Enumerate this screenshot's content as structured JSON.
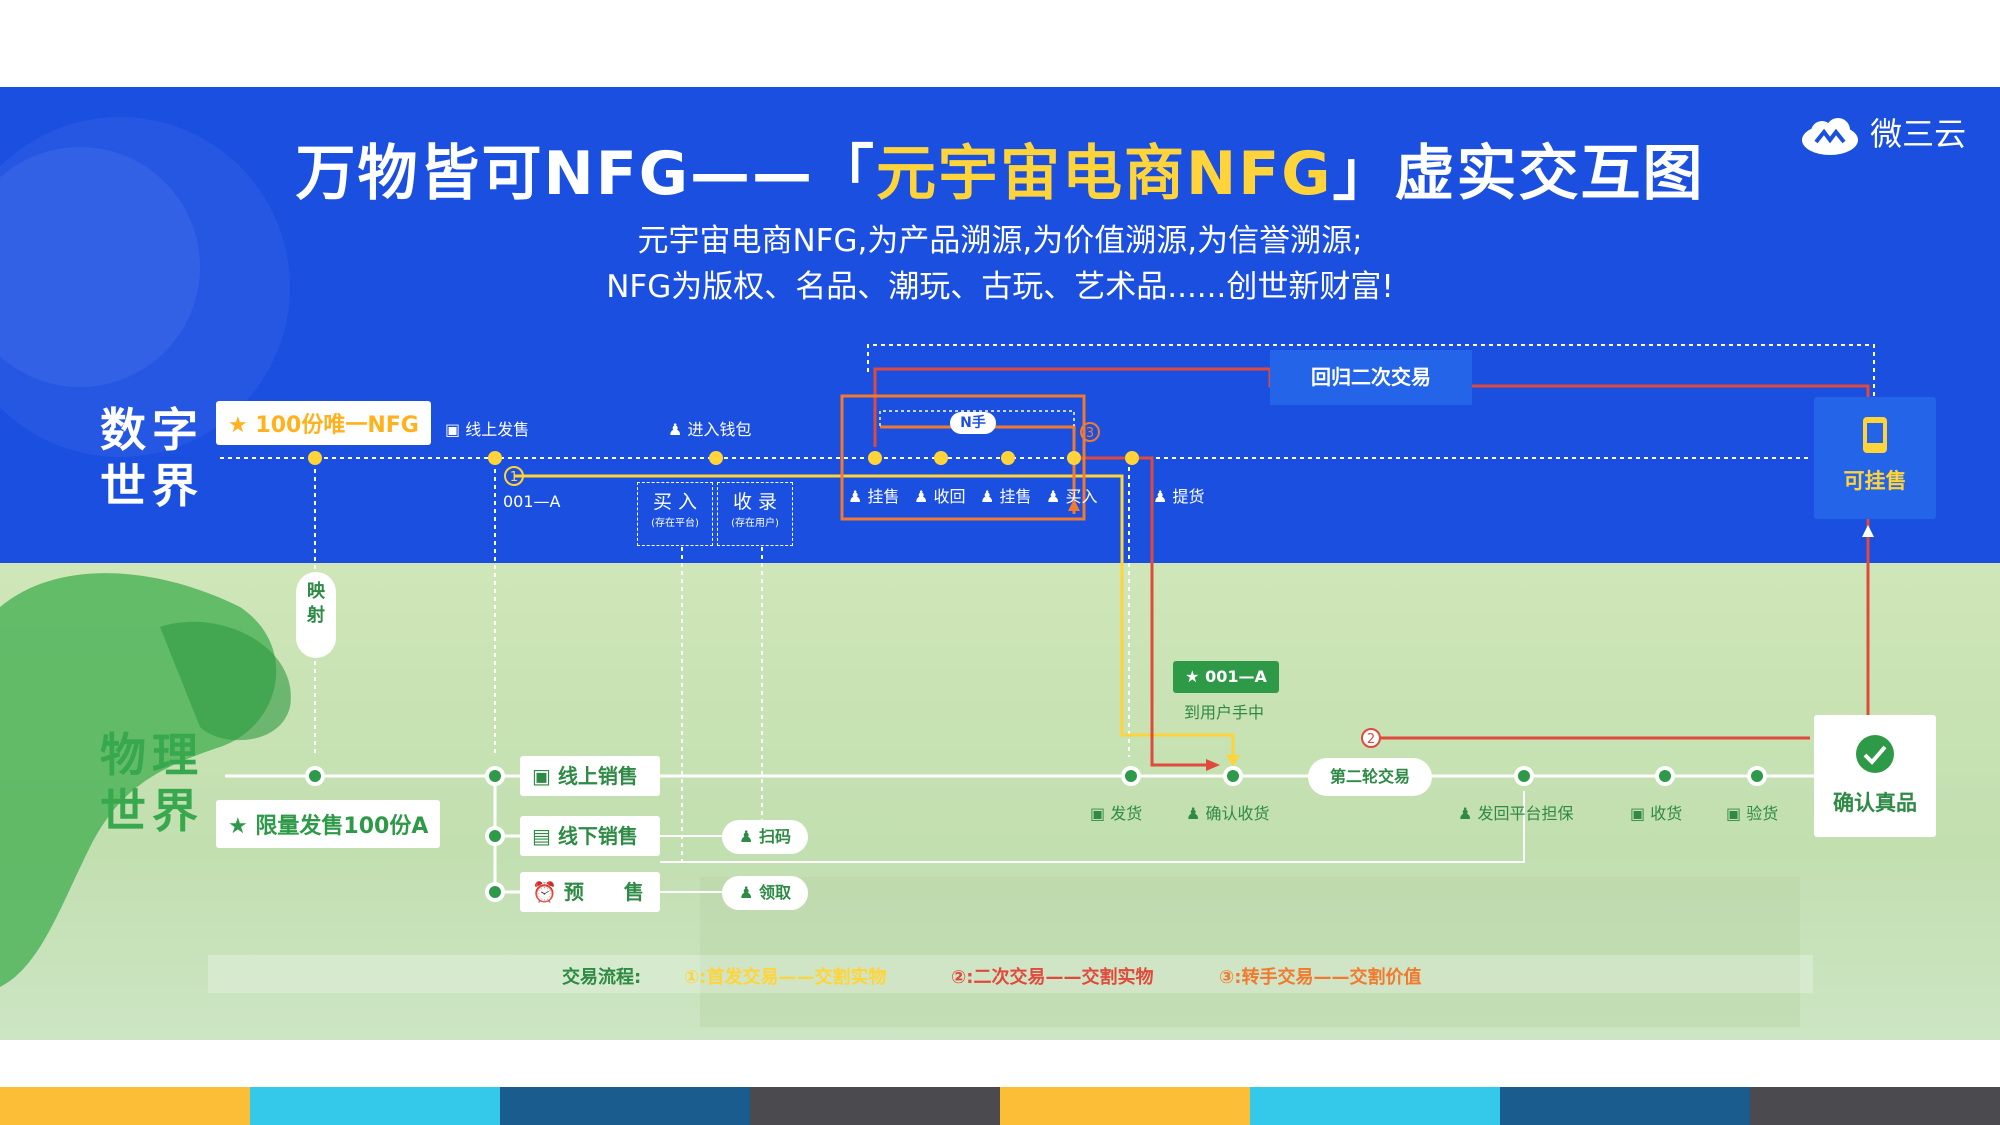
{
  "header": {
    "title_prefix": "万物皆可NFG——「",
    "title_highlight": "元宇宙电商NFG",
    "title_suffix": "」虚实交互图",
    "subtitle_line1": "元宇宙电商NFG,为产品溯源,为价值溯源,为信誉溯源;",
    "subtitle_line2": "NFG为版权、名品、潮玩、古玩、艺术品......创世新财富!",
    "logo_text": "微三云"
  },
  "digital": {
    "zone_label_1": "数字",
    "zone_label_2": "世界",
    "nfg_tag": "100份唯一NFG",
    "online_sale": "线上发售",
    "wallet": "进入钱包",
    "id_label": "001—A",
    "buy_box_title": "买 入",
    "buy_box_note": "(存在平台)",
    "collect_box_title": "收 录",
    "collect_box_note": "(存在用户)",
    "n_hand": "N手",
    "trade_labels": [
      "挂售",
      "收回",
      "挂售",
      "买入"
    ],
    "pickup": "提货",
    "return_secondary": "回归二次交易",
    "can_list": "可挂售"
  },
  "physical": {
    "zone_label_1": "物理",
    "zone_label_2": "世界",
    "mapping": [
      "映",
      "射"
    ],
    "limited_tag": "限量发售100份A",
    "online_sales": "线上销售",
    "offline_sales": "线下销售",
    "presale": "预　　售",
    "scan": "扫码",
    "receive": "领取",
    "id_badge": "001—A",
    "to_user": "到用户手中",
    "ship": "发货",
    "confirm_receipt": "确认收货",
    "second_round": "第二轮交易",
    "return_escrow": "发回平台担保",
    "receive_goods": "收货",
    "inspect": "验货",
    "confirm_genuine": "确认真品"
  },
  "legend": {
    "label": "交易流程:",
    "item1": "①:首发交易——交割实物",
    "item2": "②:二次交易——交割实物",
    "item3": "③:转手交易——交割价值"
  },
  "colors": {
    "blue": "#1a4fe0",
    "yellow": "#ffd43b",
    "red": "#e04a3c",
    "orange": "#f07a2e",
    "green": "#2e9a48",
    "bottom": [
      "#fbbe36",
      "#34c8ea",
      "#1b5c8e",
      "#4b4a4f",
      "#fbbe36",
      "#34c8ea",
      "#1b5c8e",
      "#4b4a4f"
    ]
  }
}
